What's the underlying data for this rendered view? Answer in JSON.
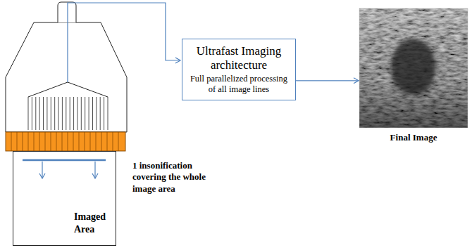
{
  "diagram": {
    "nodes": [
      {
        "text": [
          "Imaged Area"
        ]
      },
      {
        "text": [
          "Ultrafast Imaging architecture",
          "Full parallelized processing of all image lines"
        ]
      },
      {
        "text": [
          "Final Image"
        ]
      }
    ],
    "edges": [
      {
        "from": 1,
        "to": 2,
        "arrow": "to"
      }
    ],
    "labels": [
      "1 insonification covering the whole image area"
    ]
  }
}
